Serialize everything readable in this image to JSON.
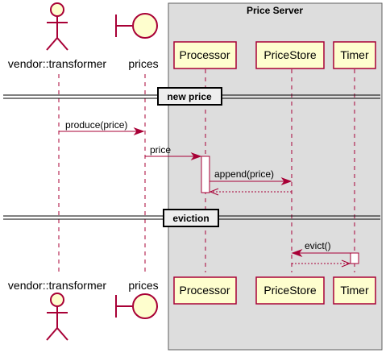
{
  "colors": {
    "participant_fill": "#fefece",
    "accent": "#a80036",
    "box_fill": "#dddddd",
    "box_border": "#5e5e5e",
    "lifeline": "#a80036",
    "text": "#000000"
  },
  "box": {
    "label": "Price Server"
  },
  "participants": [
    {
      "id": "transformer",
      "kind": "actor",
      "label": "vendor::transformer"
    },
    {
      "id": "prices",
      "kind": "boundary",
      "label": "prices"
    },
    {
      "id": "processor",
      "kind": "participant",
      "label": "Processor"
    },
    {
      "id": "pricestore",
      "kind": "participant",
      "label": "PriceStore"
    },
    {
      "id": "timer",
      "kind": "participant",
      "label": "Timer"
    }
  ],
  "dividers": [
    {
      "label": "new price"
    },
    {
      "label": "eviction"
    }
  ],
  "messages": [
    {
      "from": "transformer",
      "to": "prices",
      "label": "produce(price)",
      "style": "solid"
    },
    {
      "from": "prices",
      "to": "processor",
      "label": "price",
      "style": "solid"
    },
    {
      "from": "processor",
      "to": "pricestore",
      "label": "append(price)",
      "style": "solid"
    },
    {
      "from": "pricestore",
      "to": "processor",
      "label": "",
      "style": "dashed"
    },
    {
      "from": "timer",
      "to": "pricestore",
      "label": "evict()",
      "style": "solid"
    },
    {
      "from": "pricestore",
      "to": "timer",
      "label": "",
      "style": "dashed"
    }
  ],
  "activations": [
    {
      "participant": "processor"
    },
    {
      "participant": "timer"
    }
  ]
}
